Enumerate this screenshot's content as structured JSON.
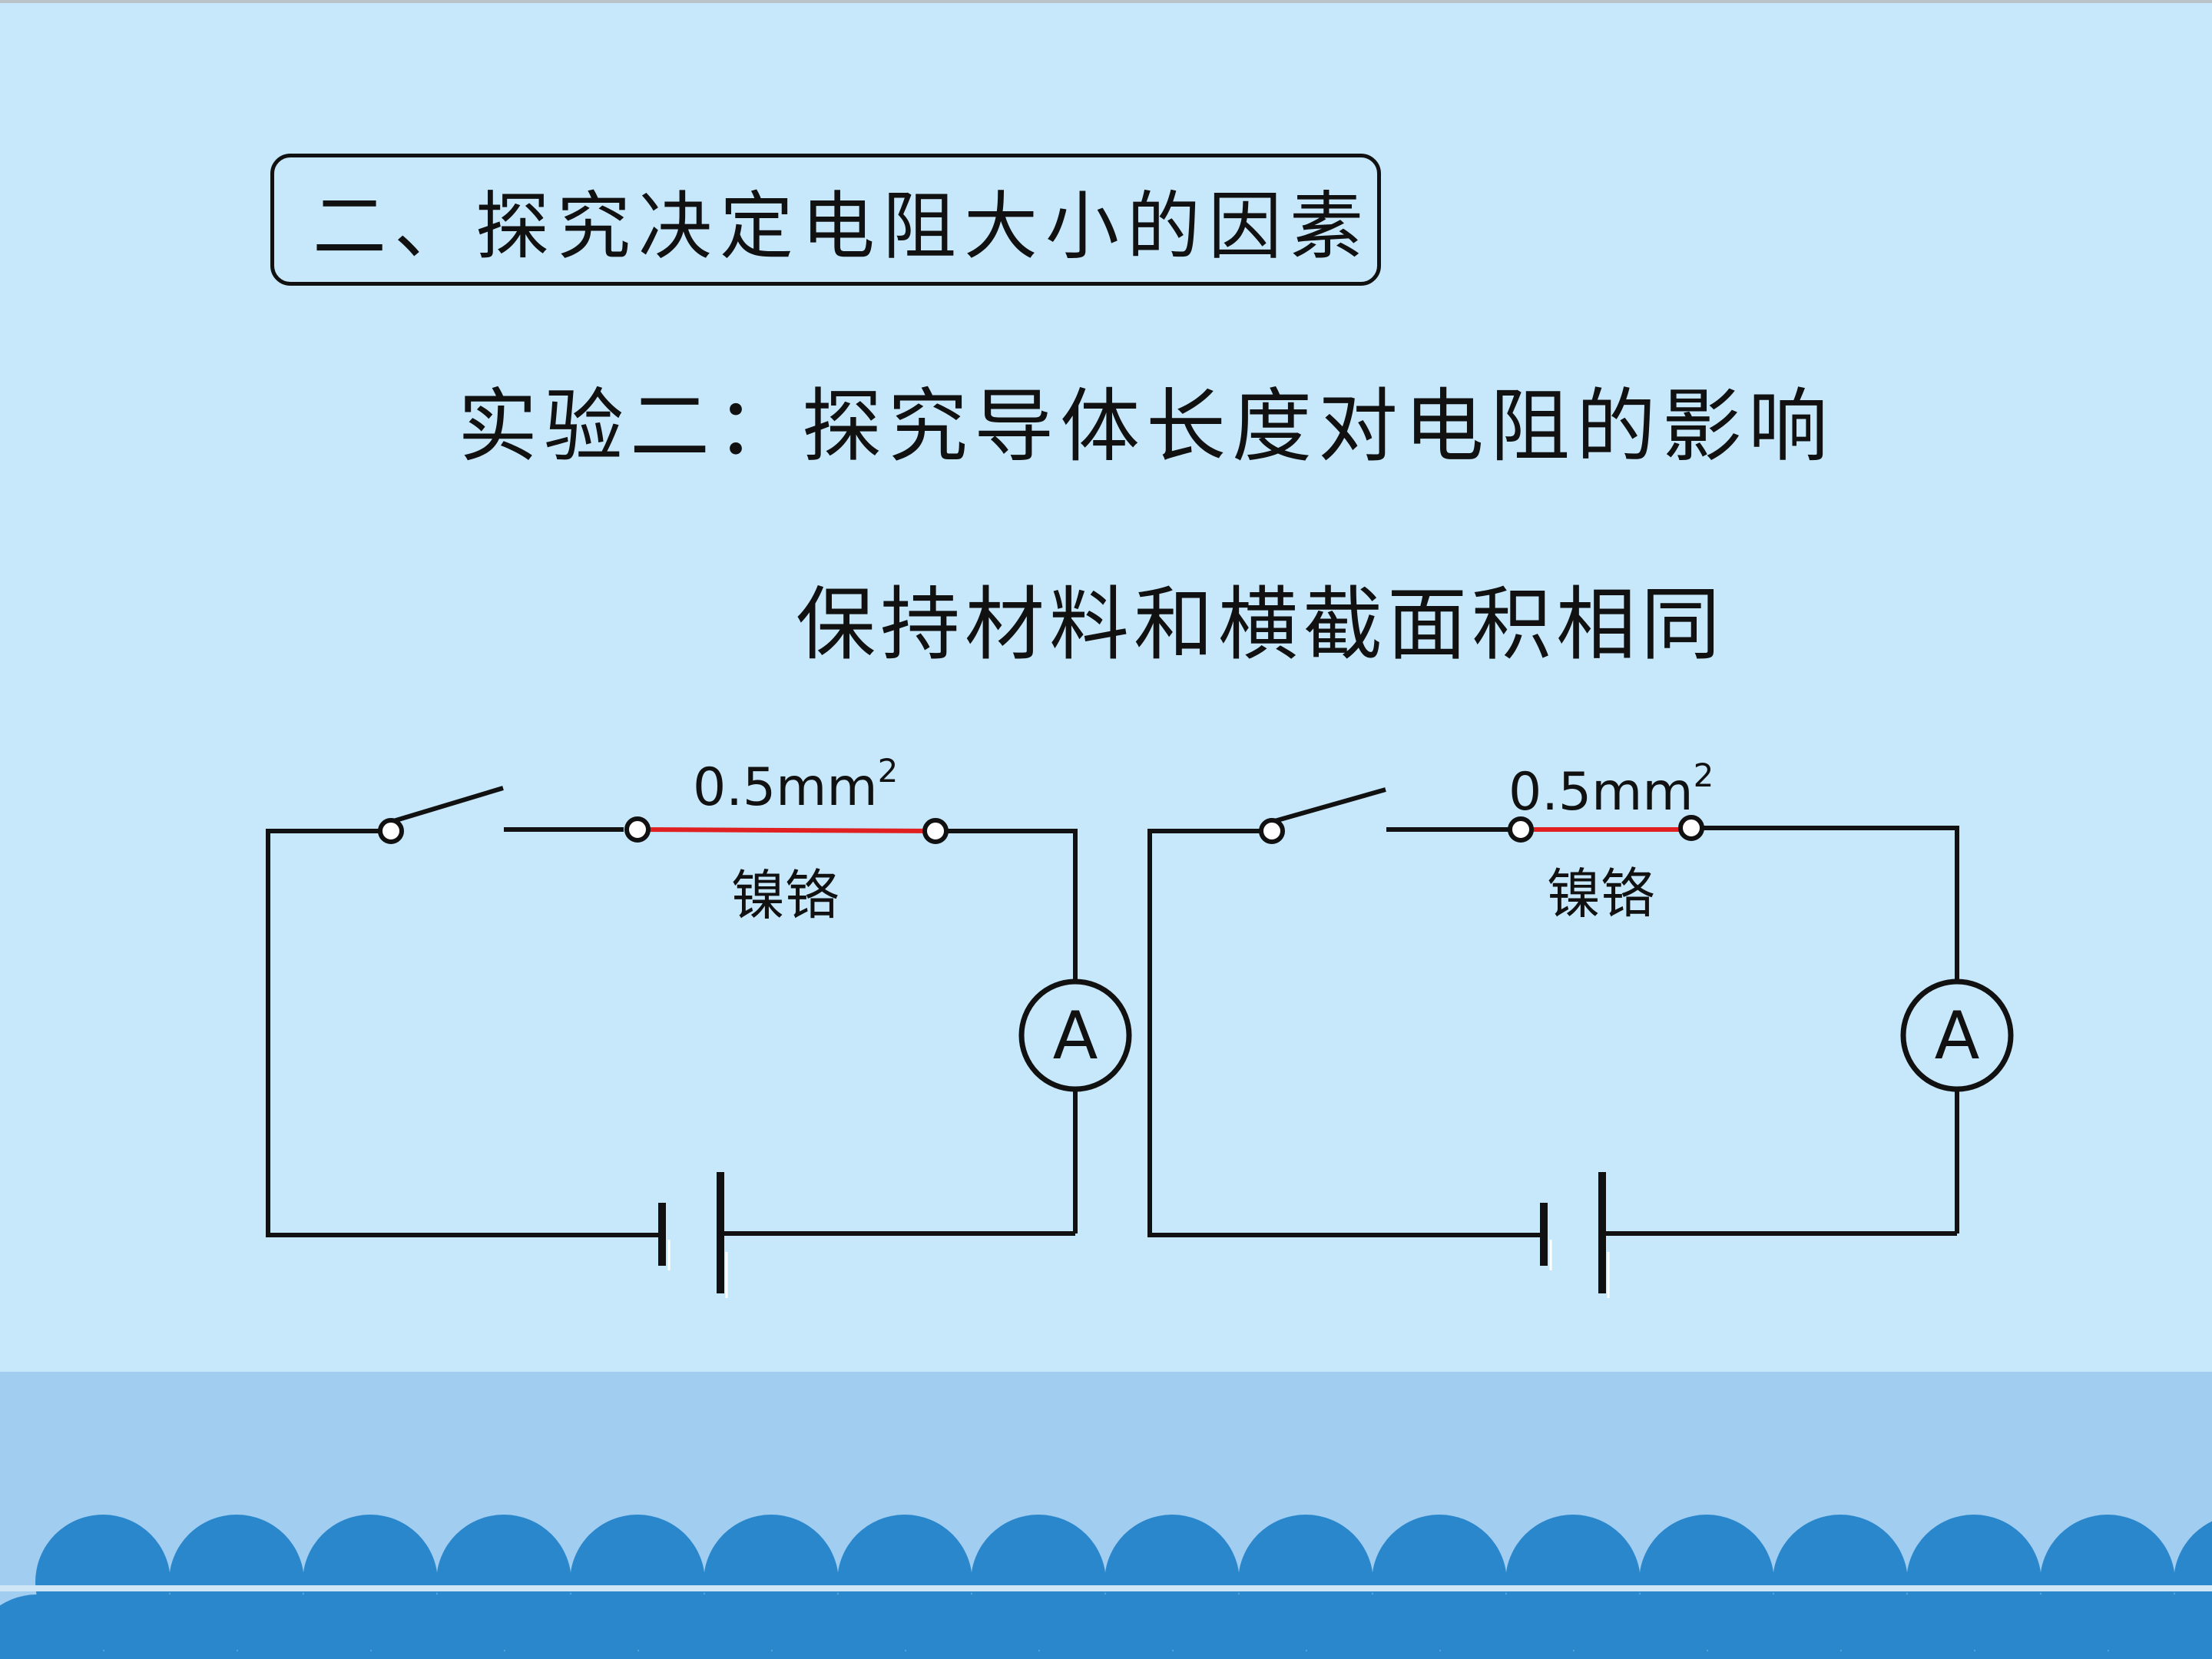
{
  "title": "二、探究决定电阻大小的因素",
  "subtitle": "实验二：探究导体长度对电阻的影响",
  "condition": "保持材料和横截面积相同",
  "colors": {
    "background": "#c7e8fb",
    "ground": "#a0cdf0",
    "waves": "#2a87cc",
    "wire": "#111111",
    "resistance_wire": "#e02020"
  },
  "circuits": [
    {
      "area_label": "0.5mm",
      "area_exponent": "2",
      "material_label": "镍铬",
      "ammeter_label": "A"
    },
    {
      "area_label": "0.5mm",
      "area_exponent": "2",
      "material_label": "镍铬",
      "ammeter_label": "A"
    }
  ]
}
